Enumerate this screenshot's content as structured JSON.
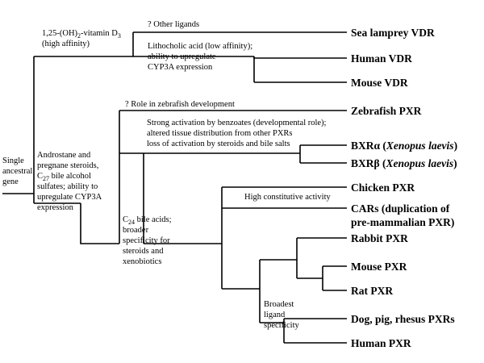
{
  "root": {
    "lines": [
      "Single",
      "ancestral",
      "gene"
    ]
  },
  "notes": {
    "vitamin_d": {
      "line1_pre": "1,25-(OH)",
      "sub1": "2",
      "line1_mid": "-vitamin D",
      "sub2": "3",
      "line2": "(high affinity)"
    },
    "other_ligands": "? Other ligands",
    "lithocholic": [
      "Lithocholic acid (low affinity);",
      "ability to upregulate",
      "CYP3A expression"
    ],
    "zebrafish_role": "? Role in zebrafish development",
    "benzoates": [
      "Strong activation by benzoates (developmental role);",
      "altered tissue distribution from other PXRs",
      "loss of activation by steroids and bile salts"
    ],
    "androstane": {
      "lines_before": [
        "Androstane and",
        "pregnane steroids,"
      ],
      "c_pre": "C",
      "c_sub": "27",
      "c_post": " bile alcohol",
      "lines_after": [
        "sulfates; ability to",
        "upregulate CYP3A",
        "expression"
      ]
    },
    "c24": {
      "c_pre": "C",
      "c_sub": "24",
      "c_post": " bile acids;",
      "lines_after": [
        "broader",
        "specificity for",
        "steroids and",
        "xenobiotics"
      ]
    },
    "constitutive": "High constitutive activity",
    "broadest": [
      "Broadest",
      "ligand",
      "specificity"
    ]
  },
  "leaves": {
    "sea_lamprey": "Sea lamprey VDR",
    "human_vdr": "Human VDR",
    "mouse_vdr": "Mouse VDR",
    "zebrafish": "Zebrafish PXR",
    "bxr_alpha": {
      "pre": "BXRα (",
      "italic": "Xenopus laevis",
      "post": ")"
    },
    "bxr_beta": {
      "pre": "BXRβ (",
      "italic": "Xenopus laevis",
      "post": ")"
    },
    "chicken": "Chicken PXR",
    "cars": [
      "CARs (duplication of",
      "pre-mammalian PXR)"
    ],
    "rabbit": "Rabbit PXR",
    "mouse_pxr": "Mouse PXR",
    "rat": "Rat PXR",
    "dog_pig": "Dog, pig, rhesus PXRs",
    "human_pxr": "Human PXR"
  }
}
